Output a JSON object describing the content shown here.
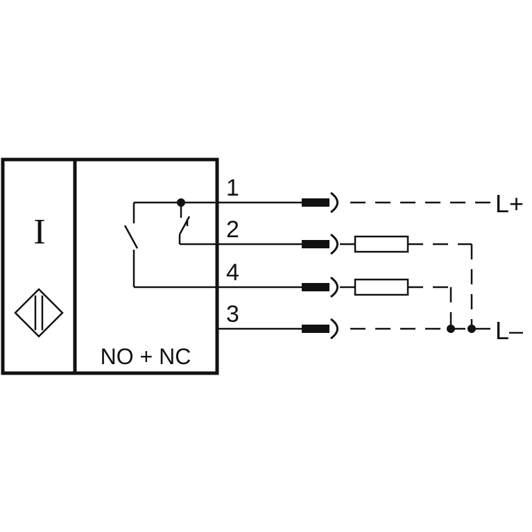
{
  "sensor": {
    "symbol_letter": "I",
    "output_type": "NO + NC",
    "symbol_icon": "inductive-sensor-icon"
  },
  "pins": [
    {
      "number": "1"
    },
    {
      "number": "2"
    },
    {
      "number": "4"
    },
    {
      "number": "3"
    }
  ],
  "supply": {
    "positive": "L+",
    "negative": "L–"
  },
  "colors": {
    "line": "#111111",
    "background": "#ffffff"
  }
}
